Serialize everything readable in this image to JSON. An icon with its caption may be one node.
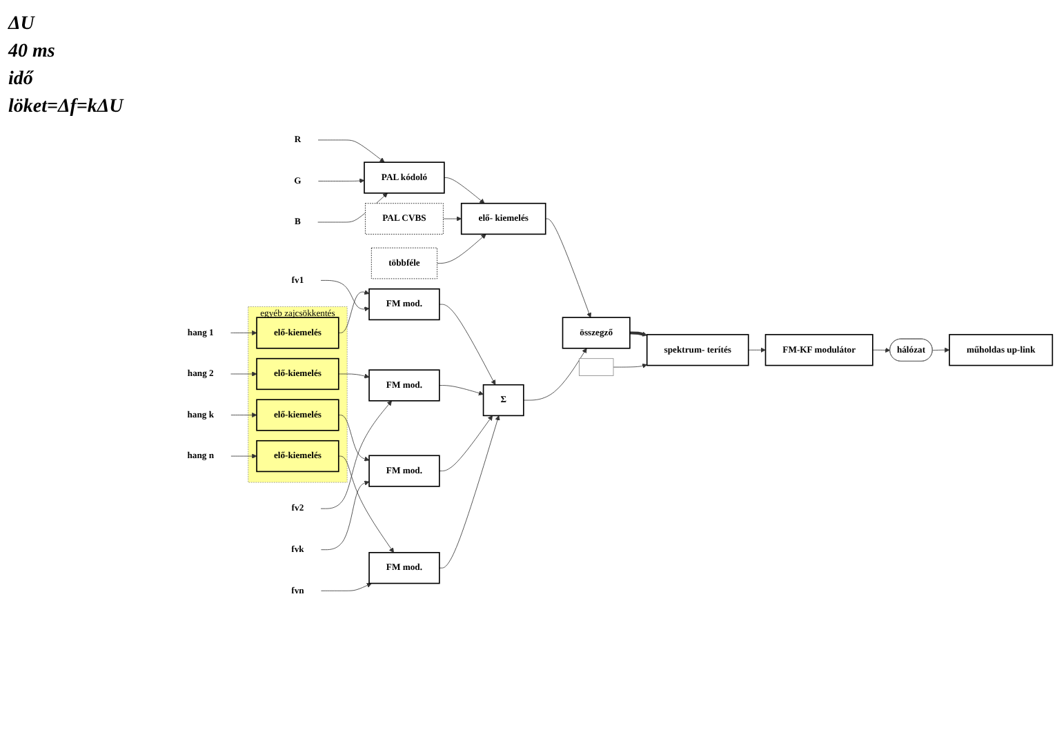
{
  "diagram": {
    "nodes": [
      {
        "text": [
          "R"
        ]
      },
      {
        "text": [
          "G"
        ]
      },
      {
        "text": [
          "B"
        ]
      },
      {
        "text": [
          "PAL kódoló"
        ]
      },
      {
        "text": [
          "PAL CVBS"
        ]
      },
      {
        "text": [
          "többféle"
        ]
      },
      {
        "text": [
          "elő- kiemelés"
        ]
      },
      {
        "text": [
          "összegző"
        ]
      },
      {
        "text": [
          "spektrum- terítés"
        ]
      },
      {
        "text": [],
        "shape": "box"
      },
      {
        "text": [
          "FM-KF modulátor"
        ]
      },
      {
        "text": [
          "hálózat"
        ]
      },
      {
        "text": [
          "műholdas up-link"
        ]
      },
      {
        "text": [
          "egyéb zajcsökkentés"
        ]
      },
      {
        "text": [
          "hang 1"
        ]
      },
      {
        "text": [
          "elő-kiemelés"
        ],
        "in": 13
      },
      {
        "text": [
          "FM mod."
        ]
      },
      {
        "text": [
          "hang 2"
        ]
      },
      {
        "text": [
          "elő-kiemelés"
        ],
        "in": 13
      },
      {
        "text": [
          "FM mod."
        ]
      },
      {
        "text": [
          "hang k"
        ]
      },
      {
        "text": [
          "elő-kiemelés"
        ],
        "in": 13
      },
      {
        "text": [
          "FM mod."
        ]
      },
      {
        "text": [
          "hang n"
        ]
      },
      {
        "text": [
          "elő-kiemelés"
        ],
        "in": 13
      },
      {
        "text": [
          "FM mod."
        ]
      },
      {
        "text": [
          "Σ"
        ]
      },
      {
        "text": [
          "fv1"
        ]
      },
      {
        "text": [
          "fv2"
        ]
      },
      {
        "text": [
          "fvk"
        ]
      },
      {
        "text": [
          "fvn"
        ]
      }
    ],
    "edges": [
      {
        "from": 0,
        "to": 3,
        "arrow": "to"
      },
      {
        "from": 1,
        "to": 3,
        "arrow": "to"
      },
      {
        "from": 2,
        "to": 3,
        "arrow": "to"
      },
      {
        "from": 3,
        "to": 6,
        "arrow": "to"
      },
      {
        "from": 4,
        "to": 6,
        "arrow": "to"
      },
      {
        "from": 5,
        "to": 6,
        "arrow": "to"
      },
      {
        "from": 6,
        "to": 7,
        "arrow": "to"
      },
      {
        "from": 7,
        "to": 8,
        "arrow": "to",
        "style": "thick"
      },
      {
        "from": 9,
        "to": 8,
        "arrow": "to"
      },
      {
        "from": 8,
        "to": 10,
        "arrow": "to"
      },
      {
        "from": 10,
        "to": 11,
        "arrow": "to"
      },
      {
        "from": 11,
        "to": 12,
        "arrow": "to"
      },
      {
        "from": 14,
        "to": 15,
        "arrow": "to"
      },
      {
        "from": 15,
        "to": 16,
        "arrow": "to"
      },
      {
        "from": 16,
        "to": 26,
        "arrow": "to"
      },
      {
        "from": 17,
        "to": 18,
        "arrow": "to"
      },
      {
        "from": 18,
        "to": 19,
        "arrow": "to"
      },
      {
        "from": 19,
        "to": 26,
        "arrow": "to"
      },
      {
        "from": 20,
        "to": 21,
        "arrow": "to"
      },
      {
        "from": 21,
        "to": 22,
        "arrow": "to"
      },
      {
        "from": 22,
        "to": 26,
        "arrow": "to"
      },
      {
        "from": 23,
        "to": 24,
        "arrow": "to"
      },
      {
        "from": 24,
        "to": 25,
        "arrow": "to"
      },
      {
        "from": 25,
        "to": 26,
        "arrow": "to"
      },
      {
        "from": 26,
        "to": 7,
        "arrow": "to"
      },
      {
        "from": 27,
        "to": 16,
        "arrow": "to"
      },
      {
        "from": 28,
        "to": 19,
        "arrow": "to"
      },
      {
        "from": 29,
        "to": 22,
        "arrow": "to"
      },
      {
        "from": 30,
        "to": 25,
        "arrow": "to"
      }
    ],
    "labels": [
      "ΔU",
      "40 ms",
      "idő",
      "löket=Δf=kΔU"
    ]
  }
}
